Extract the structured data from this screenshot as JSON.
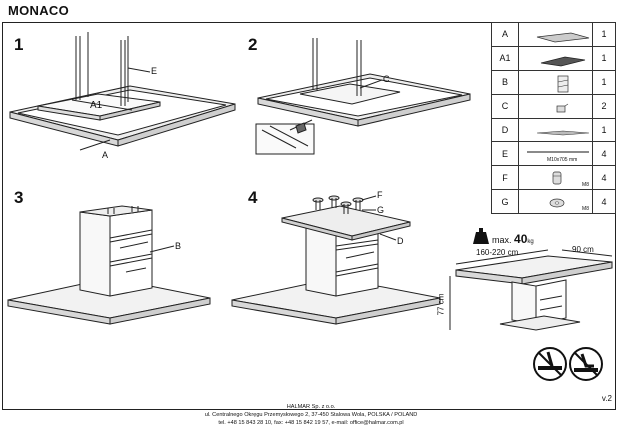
{
  "title": "MONACO",
  "steps": [
    {
      "number": "1",
      "callouts": [
        "E",
        "A1",
        "A"
      ]
    },
    {
      "number": "2",
      "callouts": [
        "C"
      ]
    },
    {
      "number": "3",
      "callouts": [
        "B"
      ]
    },
    {
      "number": "4",
      "callouts": [
        "F",
        "G",
        "D"
      ]
    }
  ],
  "parts": [
    {
      "code": "A",
      "qty": "1",
      "note": ""
    },
    {
      "code": "A1",
      "qty": "1",
      "note": ""
    },
    {
      "code": "B",
      "qty": "1",
      "note": ""
    },
    {
      "code": "C",
      "qty": "2",
      "note": ""
    },
    {
      "code": "D",
      "qty": "1",
      "note": ""
    },
    {
      "code": "E",
      "qty": "4",
      "note": "M10x705 mm"
    },
    {
      "code": "F",
      "qty": "4",
      "note": "M8"
    },
    {
      "code": "G",
      "qty": "4",
      "note": "M8"
    }
  ],
  "dimensions": {
    "length": "160-220 cm",
    "width": "90 cm",
    "height": "77 cm"
  },
  "weight": {
    "prefix": "max.",
    "value": "40",
    "unit": "kg"
  },
  "footer": {
    "company": "HALMAR Sp. z o.o.",
    "address": "ul. Centralnego Okręgu Przemysłowego 2, 37-450 Stalowa Wola, POLSKA / POLAND",
    "contact": "tel. +48 15 843 28 10, fax: +48 15 842 19 57, e-mail: office@halmar.com.pl"
  },
  "version": "v.2"
}
